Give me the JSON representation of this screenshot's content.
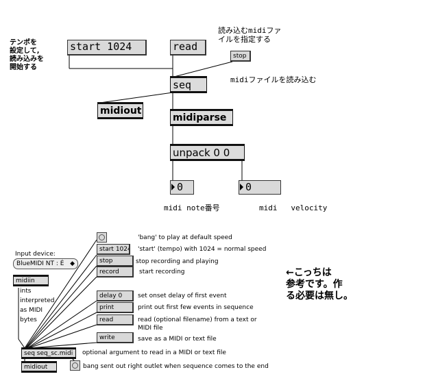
{
  "notes": {
    "tempo_note": [
      "テンポを",
      "設定して,",
      "読み込みを",
      "開始する"
    ],
    "read_note": [
      "読み込むmidiファ",
      "イルを指定する"
    ],
    "seq_note": "midiファイルを読み込む",
    "ref_note": [
      "←こっちは",
      "参考です。作",
      "る必要は無し。"
    ]
  },
  "main_patch": {
    "start_msg": "start 1024",
    "read_msg": "read",
    "stop_msg": "stop",
    "seq_obj": "seq",
    "midiout_obj": "midiout",
    "midiparse_obj": "midiparse",
    "unpack_obj": "unpack 0 0",
    "note_num": "0",
    "vel_num": "0",
    "note_label": "midi note番号",
    "vel_label": "midi   velocity"
  },
  "reference_patch": {
    "input_device_label": "Input device:",
    "device_select": "BlueMIDI NT : É",
    "midiin_obj": "midiin",
    "midiin_desc": [
      "ints",
      "interpreted",
      "as MIDI",
      "bytes"
    ],
    "messages": [
      {
        "label": "",
        "desc": "'bang' to play at default speed"
      },
      {
        "label": "start 1024",
        "desc": "'start' (tempo) with 1024 = normal speed"
      },
      {
        "label": "stop",
        "desc": "stop recording and playing"
      },
      {
        "label": "record",
        "desc": "start recording"
      },
      {
        "label": "delay 0",
        "desc": "set onset delay of first event"
      },
      {
        "label": "print",
        "desc": "print out first few events in sequence"
      },
      {
        "label": "read",
        "desc": [
          "read (optional filename) from a text or",
          "MIDI file"
        ]
      },
      {
        "label": "write",
        "desc": "save as a MIDI or text file"
      }
    ],
    "seq_obj": "seq seq_sc.midi",
    "seq_desc": "optional argument to read in a MIDI or text file",
    "midiout_obj": "midiout",
    "bang_desc": "bang sent out right outlet when sequence comes to the end"
  }
}
